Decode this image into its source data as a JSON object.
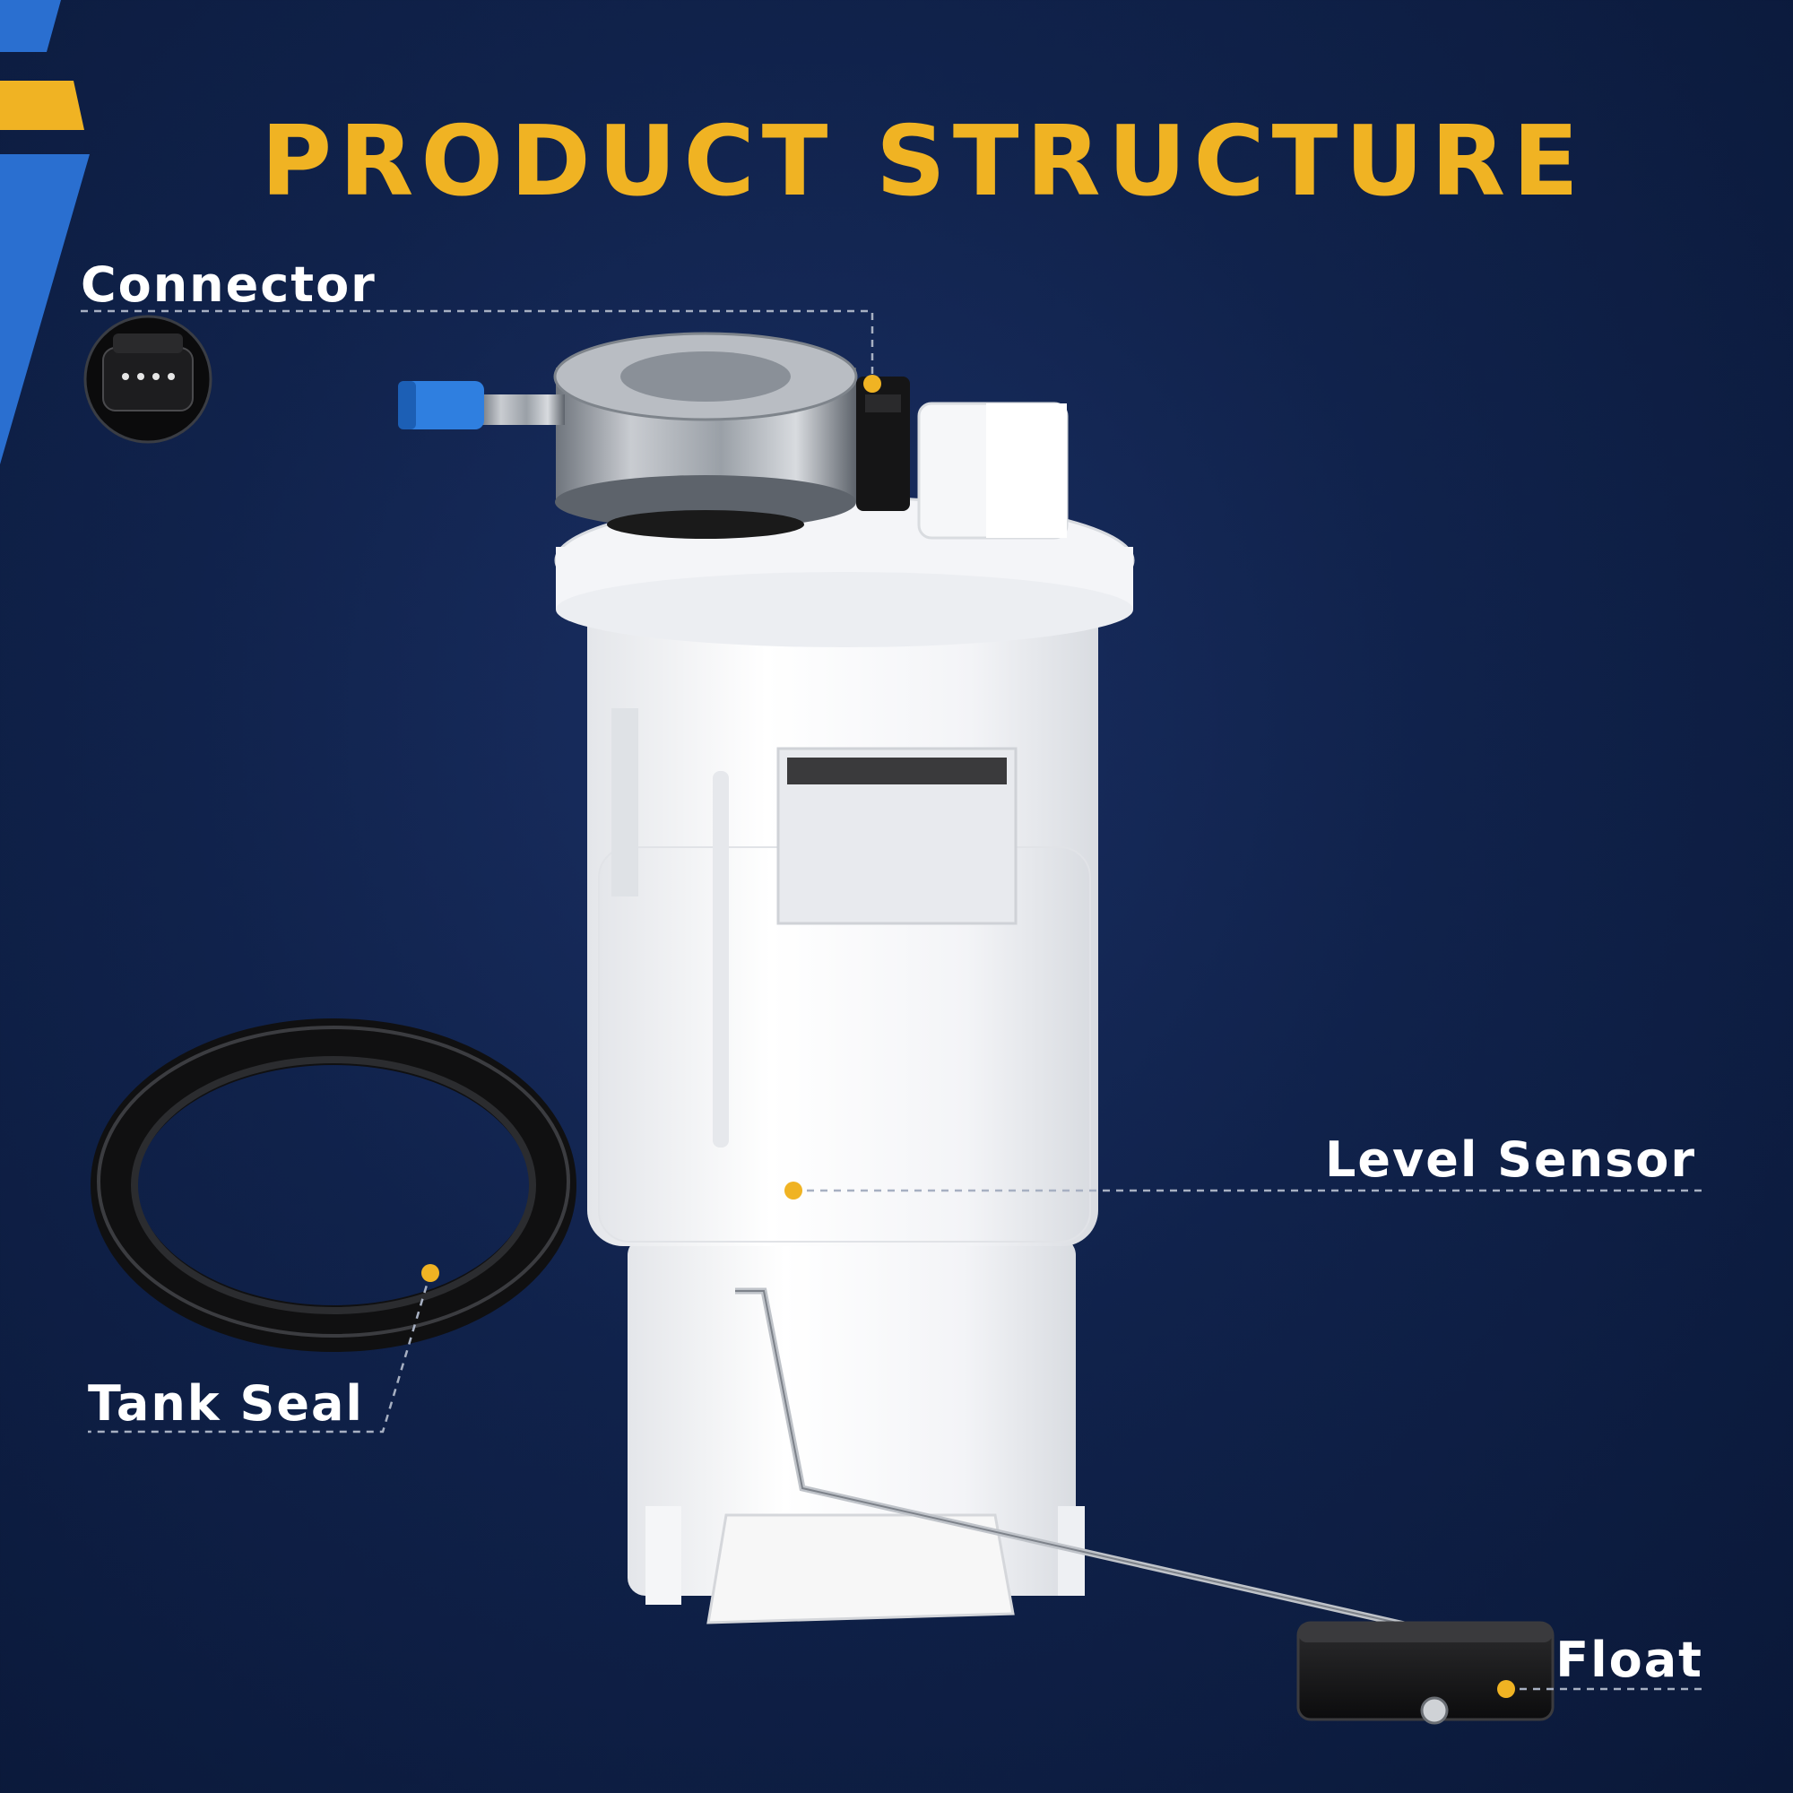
{
  "title": "PRODUCT STRUCTURE",
  "labels": {
    "connector": "Connector",
    "level_sensor": "Level Sensor",
    "tank_seal": "Tank Seal",
    "float": "Float"
  },
  "colors": {
    "background": "#10224b",
    "accent_yellow": "#f0b323",
    "accent_blue": "#2a6fd0",
    "label_text": "#ffffff",
    "pump_body": "#f2f3f6",
    "fitting_blue": "#2f7fe0",
    "seal_black": "#111111"
  }
}
